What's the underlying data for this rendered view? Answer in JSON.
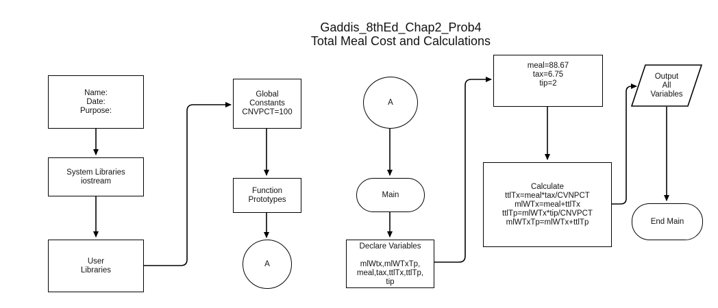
{
  "title": {
    "line1": "Gaddis_8thEd_Chap2_Prob4",
    "line2": "Total Meal Cost and Calculations"
  },
  "nodes": {
    "header": {
      "lines": [
        "Name:",
        "Date:",
        "Purpose:"
      ]
    },
    "system_libraries": {
      "lines": [
        "System Libraries",
        "iostream"
      ]
    },
    "user_libraries": {
      "lines": [
        "User",
        "Libraries"
      ]
    },
    "global_constants": {
      "lines": [
        "Global",
        "Constants",
        "CNVPCT=100"
      ]
    },
    "function_prototypes": {
      "lines": [
        "Function",
        "Prototypes"
      ]
    },
    "connector_a_left": {
      "lines": [
        "A"
      ]
    },
    "connector_a_right": {
      "lines": [
        "A"
      ]
    },
    "main": {
      "lines": [
        "Main"
      ]
    },
    "declare_variables": {
      "lines": [
        "Declare Variables",
        "",
        "mlWtx,mlWTxTp,",
        "meal,tax,ttlTx,ttlTp,",
        "tip"
      ]
    },
    "assign_values": {
      "lines": [
        "meal=88.67",
        "tax=6.75",
        "tip=2"
      ]
    },
    "calculate": {
      "lines": [
        "Calculate",
        "ttlTx=meal*tax/CVNPCT",
        "mlWTx=meal+ttlTx",
        "ttlTp=mlWTx*tip/CNVPCT",
        "mlWTxTp=mlWTx+ttlTp"
      ]
    },
    "output": {
      "lines": [
        "Output",
        "All",
        "Variables"
      ]
    },
    "end_main": {
      "lines": [
        "End Main"
      ]
    }
  },
  "edges": [
    {
      "from": "header",
      "to": "system_libraries"
    },
    {
      "from": "system_libraries",
      "to": "user_libraries"
    },
    {
      "from": "user_libraries",
      "to": "global_constants"
    },
    {
      "from": "global_constants",
      "to": "function_prototypes"
    },
    {
      "from": "function_prototypes",
      "to": "connector_a_left"
    },
    {
      "from": "connector_a_right",
      "to": "main"
    },
    {
      "from": "main",
      "to": "declare_variables"
    },
    {
      "from": "declare_variables",
      "to": "assign_values"
    },
    {
      "from": "assign_values",
      "to": "calculate"
    },
    {
      "from": "calculate",
      "to": "output"
    },
    {
      "from": "output",
      "to": "end_main"
    }
  ]
}
